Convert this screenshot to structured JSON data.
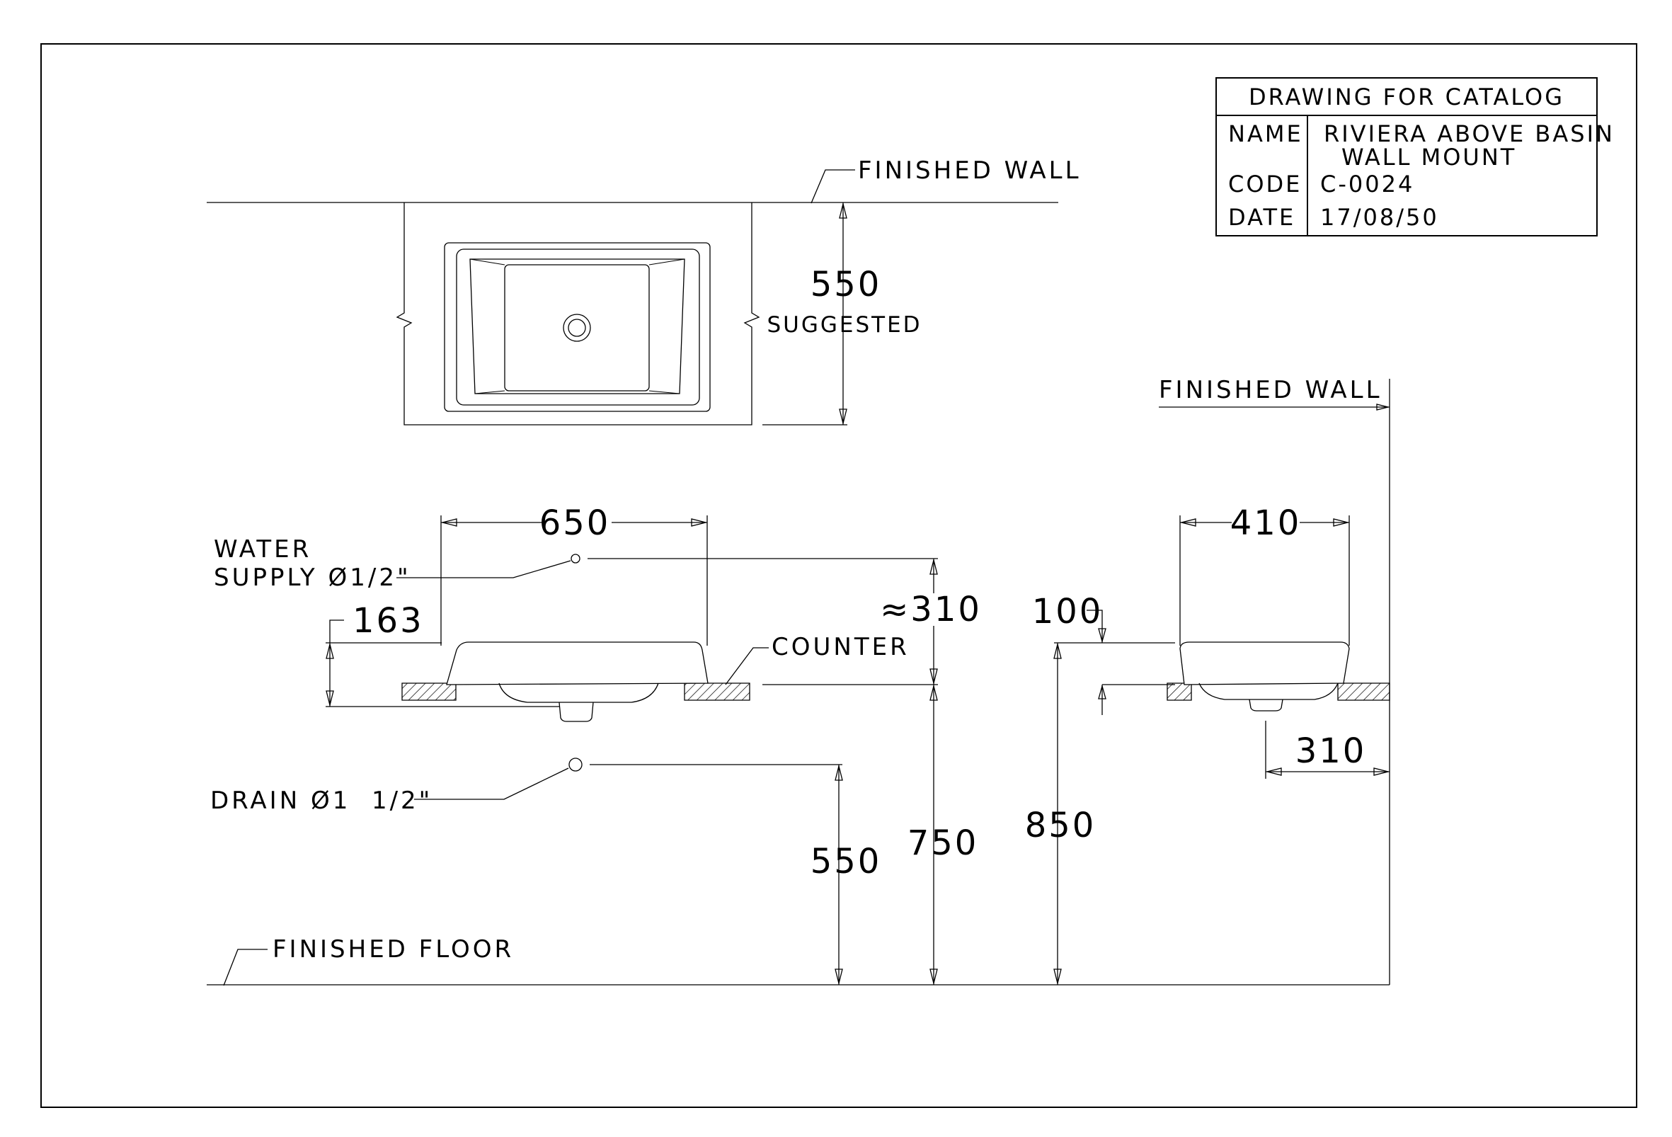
{
  "title_block": {
    "header": "DRAWING FOR CATALOG",
    "name_label": "NAME",
    "name_value_line1": "RIVIERA ABOVE BASIN",
    "name_value_line2": "WALL MOUNT",
    "code_label": "CODE",
    "code_value": "C-0024",
    "date_label": "DATE",
    "date_value": "17/08/50"
  },
  "plan_view": {
    "wall_label": "FINISHED WALL",
    "depth_dim": "550",
    "depth_note": "SUGGESTED"
  },
  "front_view": {
    "width_dim": "650",
    "water_supply_line1": "WATER",
    "water_supply_line2": "SUPPLY Ø1/2\"",
    "supply_height_dim": "≈310",
    "basin_height_dim": "163",
    "counter_label": "COUNTER",
    "drain_label": "DRAIN Ø1  1/2\"",
    "drain_height_dim": "550",
    "counter_height_dim": "750",
    "floor_label": "FINISHED FLOOR"
  },
  "side_view": {
    "wall_label": "FINISHED WALL",
    "depth_dim": "410",
    "thickness_dim": "100",
    "drain_offset_dim": "310",
    "rim_height_dim": "850"
  }
}
